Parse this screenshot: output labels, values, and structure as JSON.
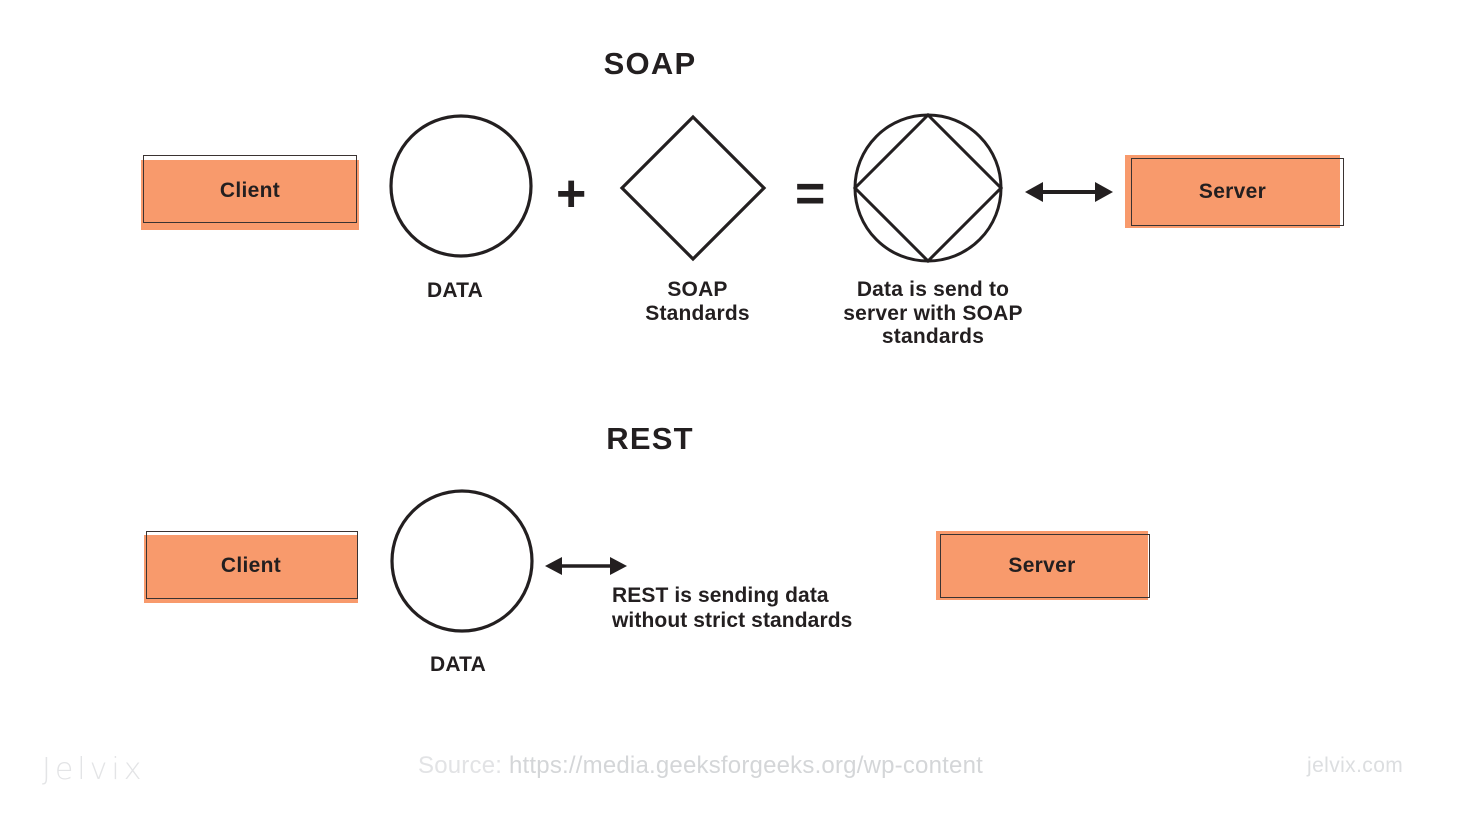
{
  "diagram": {
    "title_soap": "SOAP",
    "title_rest": "REST",
    "accent_color": "#F89A6C",
    "stroke_color": "#231f20",
    "background": "#ffffff"
  },
  "soap": {
    "client_label": "Client",
    "server_label": "Server",
    "data_caption": "DATA",
    "standards_caption": "SOAP\nStandards",
    "result_caption": "Data is send to\nserver with SOAP\nstandards",
    "plus_operator": "+",
    "equals_operator": "=",
    "shapes": {
      "data": "circle",
      "standards": "diamond",
      "result": "circle-with-inscribed-diamond"
    },
    "arrow": "double-headed-arrow"
  },
  "rest": {
    "client_label": "Client",
    "server_label": "Server",
    "data_caption": "DATA",
    "description": "REST is sending data\nwithout strict standards",
    "shapes": {
      "data": "circle"
    },
    "arrow": "double-headed-arrow"
  },
  "footer": {
    "source_label": "Source:",
    "source_url": "https://media.geeksforgeeks.org/wp-content",
    "site_url": "jelvix.com",
    "brand": "Jelvix"
  }
}
